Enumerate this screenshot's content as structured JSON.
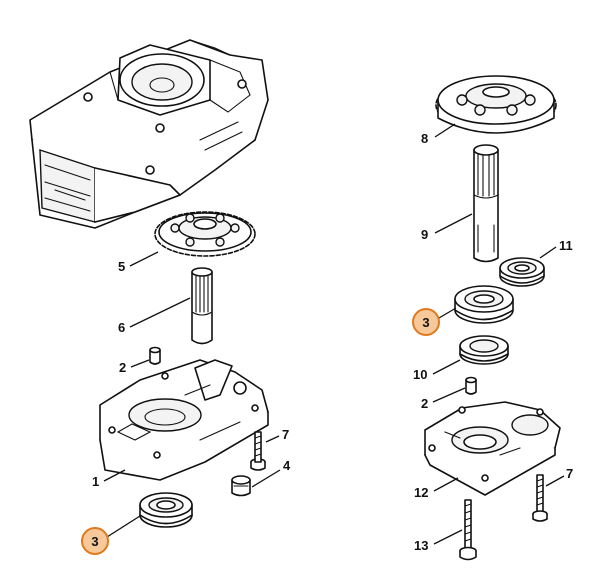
{
  "colors": {
    "highlight_fill": "#f6c89a",
    "highlight_stroke": "#e07a1f",
    "line": "#111111"
  },
  "callouts": {
    "left": {
      "part_5": "5",
      "part_6": "6",
      "part_2": "2",
      "part_7": "7",
      "part_4": "4",
      "part_1": "1",
      "part_3": "3"
    },
    "right": {
      "part_8": "8",
      "part_9": "9",
      "part_11": "11",
      "part_3": "3",
      "part_10": "10",
      "part_2": "2",
      "part_12": "12",
      "part_7": "7",
      "part_13": "13"
    }
  }
}
